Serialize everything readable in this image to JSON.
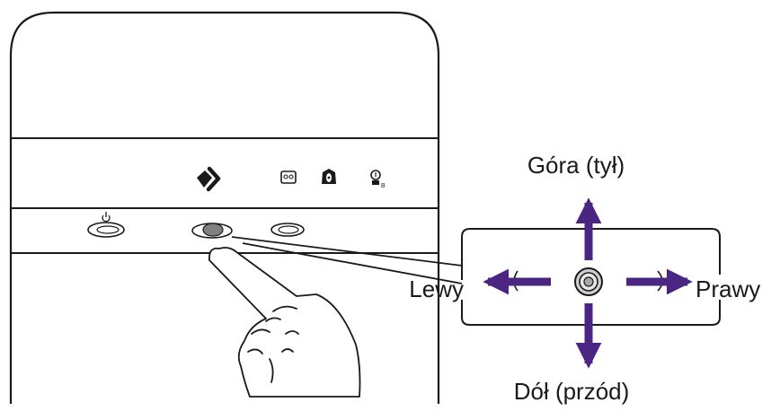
{
  "labels": {
    "up": "Góra (tył)",
    "down": "Dół (przód)",
    "left": "Lewy",
    "right": "Prawy"
  },
  "icons": [
    "power-icon",
    "brand-logo-icon",
    "mode-icon",
    "eye-care-icon",
    "bulb-icon",
    "joystick-icon"
  ],
  "colors": {
    "arrow": "#4b2582",
    "outline": "#1a1a1a",
    "background": "#ffffff"
  }
}
